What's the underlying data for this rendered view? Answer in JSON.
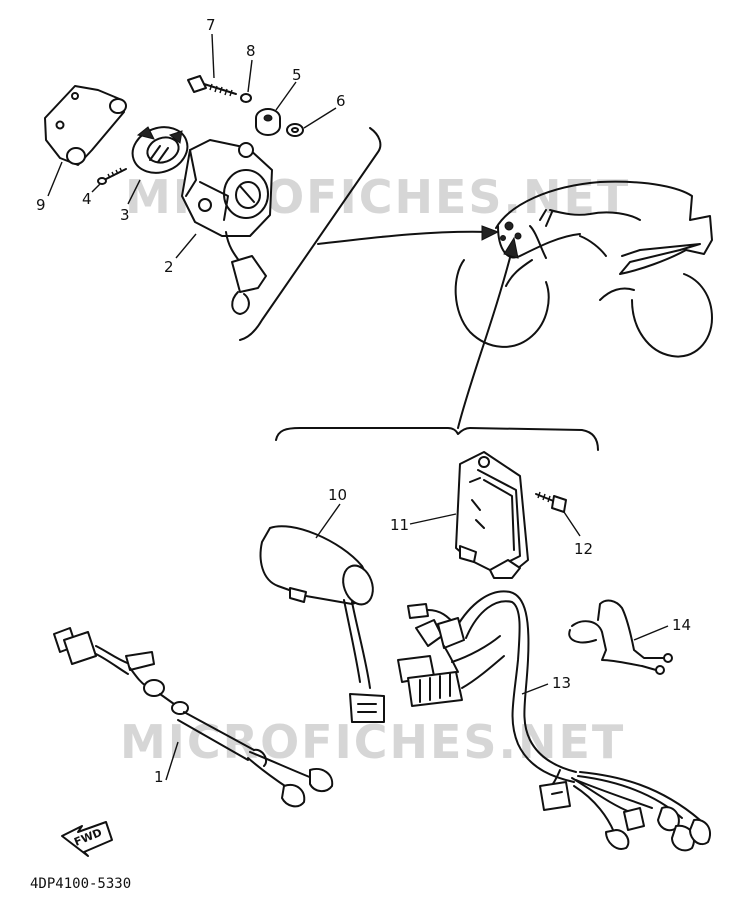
{
  "watermark": "MICROFICHES.NET",
  "diagram_code": "4DP4100-5330",
  "direction_marker": "FWD",
  "callouts": [
    "1",
    "2",
    "3",
    "4",
    "5",
    "6",
    "7",
    "8",
    "9",
    "10",
    "11",
    "12",
    "13",
    "14"
  ]
}
